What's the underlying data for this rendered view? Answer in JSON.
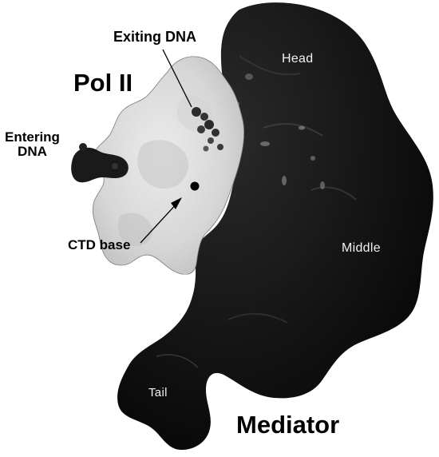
{
  "figure": {
    "labels": {
      "pol_ii": "Pol II",
      "exiting_dna": "Exiting DNA",
      "entering_dna": "Entering\nDNA",
      "ctd_base": "CTD base",
      "mediator": "Mediator",
      "head": "Head",
      "middle": "Middle",
      "tail": "Tail"
    },
    "colors": {
      "mediator_density": "#0a0a0a",
      "pol_ii_density": "#e6e6e6",
      "background": "#ffffff",
      "dark_label": "#000000",
      "light_label": "#f2f2f2"
    }
  }
}
